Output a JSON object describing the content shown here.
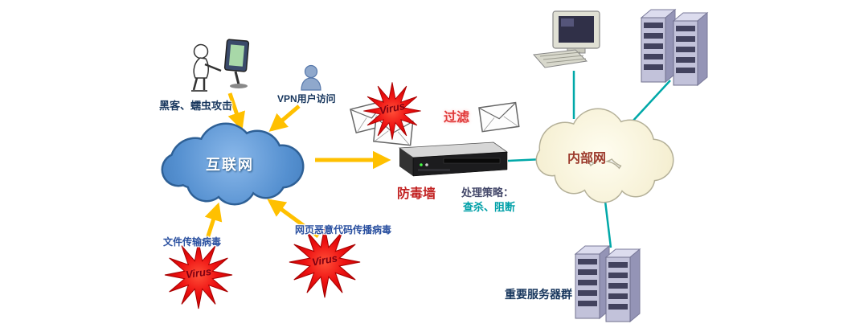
{
  "diagram": {
    "title": "network-antivirus-gateway-topology",
    "labels": {
      "hacker_attack": "黑客、蠕虫攻击",
      "vpn_access": "VPN用户访问",
      "internet": "互联网",
      "virus": "Virus",
      "filter": "过滤",
      "antivirus_wall": "防毒墙",
      "policy_title": "处理策略：",
      "policy_actions": "查杀、阻断",
      "intranet": "内部网",
      "file_transfer_virus": "文件传输病毒",
      "web_malicious_code_virus": "网页恶意代码传播病毒",
      "important_server_group": "重要服务器群"
    },
    "icons": {
      "hacker-figure-icon": "person seated at monitor",
      "vpn-user-icon": "blue person silhouette",
      "envelope-icon": "mail envelope",
      "virus-star-icon": "red starburst",
      "firewall-device-icon": "black rack appliance",
      "desktop-computer-icon": "CRT monitor with keyboard",
      "server-tower-icon": "server tower cabinets",
      "internet-cloud": "blue cloud",
      "intranet-cloud": "cream cloud"
    },
    "colors": {
      "arrow_yellow": "#ffc000",
      "teal_link": "#00a8a8",
      "virus_star_red": "#e01010",
      "internet_cloud_blue": "#4f8fd0",
      "intranet_cloud_cream": "#f5efd2",
      "label_navy": "#17365d",
      "label_red": "#c22222",
      "label_teal": "#00a0a8",
      "intranet_label_brown": "#9c3a2c"
    }
  }
}
